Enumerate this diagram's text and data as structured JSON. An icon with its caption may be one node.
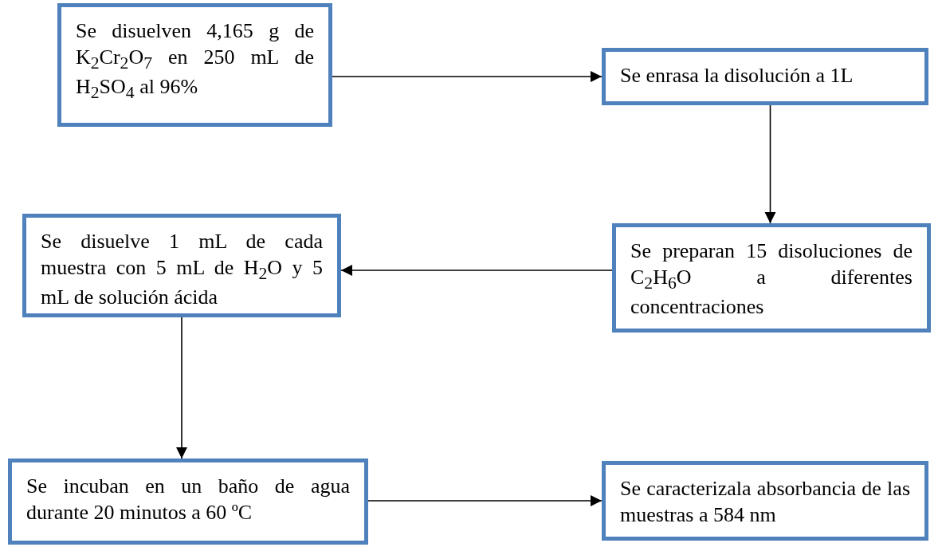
{
  "diagram": {
    "nodes": [
      {
        "text": [
          "Se disuelven 4,165 g de K$_{2}$Cr$_{2}$O$_{7}$ en 250 mL de H$_{2}$SO$_{4}$ al 96%"
        ]
      },
      {
        "text": [
          "Se enrasa la disolución a 1L"
        ]
      },
      {
        "text": [
          "Se preparan 15 disoluciones de C$_{2}$H$_{6}$O a diferentes concentraciones"
        ]
      },
      {
        "text": [
          "Se disuelve 1 mL de cada muestra con 5 mL de H$_{2}$O y 5 mL de solución ácida"
        ]
      },
      {
        "text": [
          "Se incuban en un baño de agua durante 20 minutos a 60 ºC"
        ]
      },
      {
        "text": [
          "Se caracterizala absorbancia de las muestras a 584 nm"
        ]
      }
    ],
    "edges": [
      {
        "from": 0,
        "to": 1,
        "arrow": "to"
      },
      {
        "from": 1,
        "to": 2,
        "arrow": "to"
      },
      {
        "from": 2,
        "to": 3,
        "arrow": "to"
      },
      {
        "from": 3,
        "to": 4,
        "arrow": "to"
      },
      {
        "from": 4,
        "to": 5,
        "arrow": "to"
      }
    ]
  }
}
